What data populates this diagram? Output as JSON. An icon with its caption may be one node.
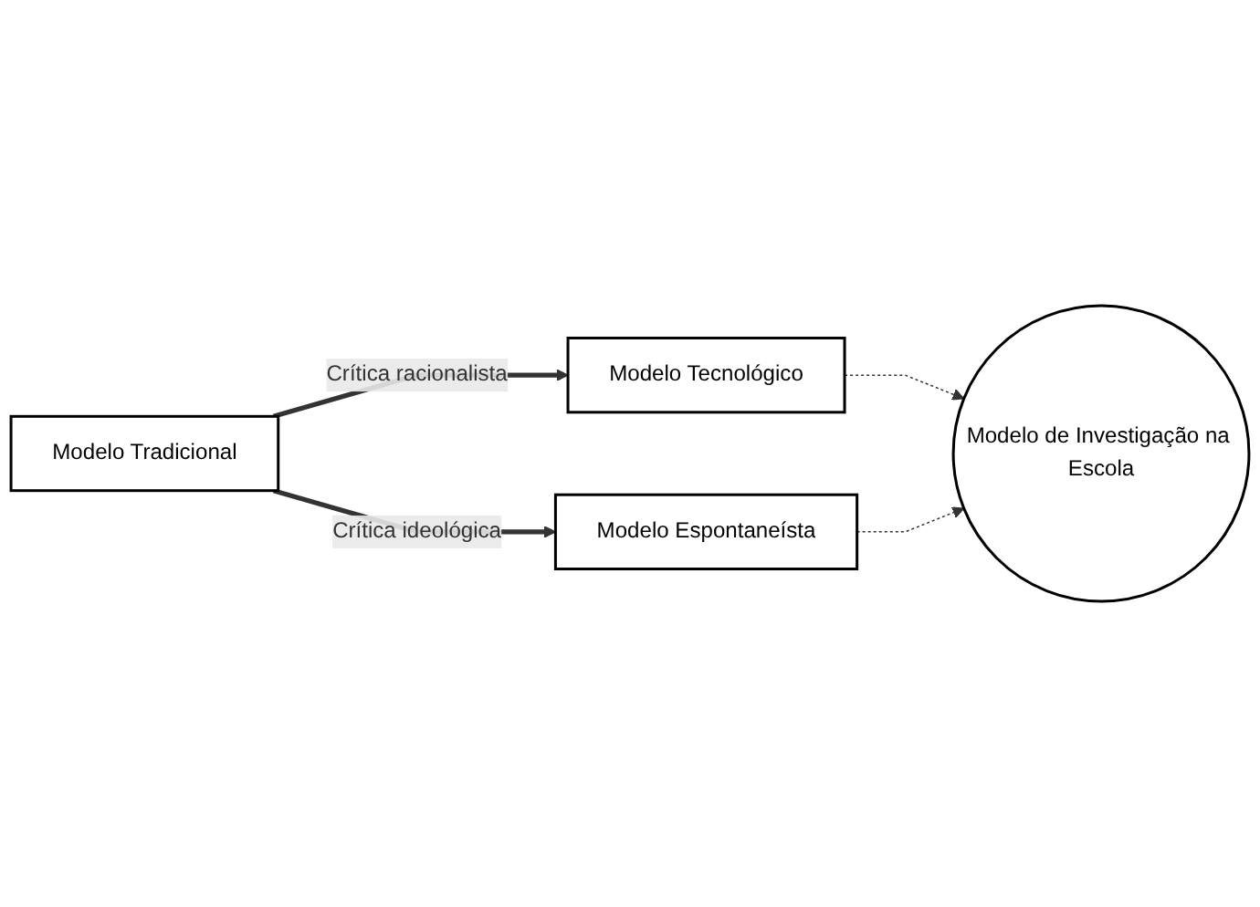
{
  "diagram": {
    "nodes": [
      {
        "text": [
          "Modelo Tradicional"
        ]
      },
      {
        "text": [
          "Modelo Tecnológico"
        ]
      },
      {
        "text": [
          "Modelo de Investigação na Escola"
        ]
      },
      {
        "text": [
          "Modelo Espontaneísta"
        ]
      }
    ],
    "edges": [
      {
        "from": 0,
        "to": 1,
        "arrow": "to",
        "label": "Crítica racionalista",
        "style": "thick"
      },
      {
        "from": 0,
        "to": 3,
        "arrow": "to",
        "label": "Crítica ideológica",
        "style": "thick"
      },
      {
        "from": 1,
        "to": 2,
        "arrow": "to",
        "style": "dashed"
      },
      {
        "from": 3,
        "to": 2,
        "arrow": "to",
        "style": "dashed"
      }
    ]
  }
}
